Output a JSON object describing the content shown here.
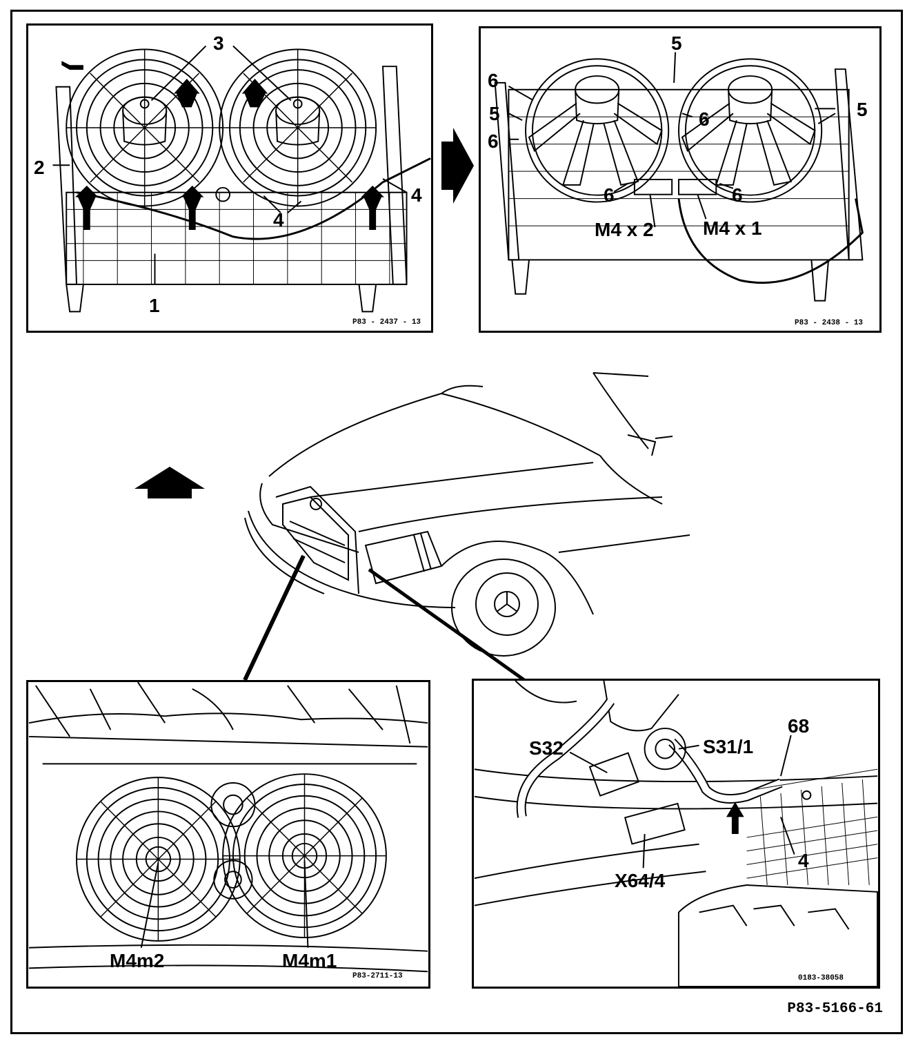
{
  "panel_tl": {
    "labels": [
      "1",
      "2",
      "3",
      "4",
      "4"
    ],
    "ref": "P83 - 2437 - 13"
  },
  "panel_tr": {
    "labels": [
      "5",
      "5",
      "5",
      "6",
      "6",
      "6",
      "6",
      "6",
      "6",
      "M4 x 2",
      "M4 x 1"
    ],
    "ref": "P83 - 2438 - 13"
  },
  "panel_bl": {
    "labels": [
      "M4m2",
      "M4m1"
    ],
    "ref": "P83-2711-13"
  },
  "panel_br": {
    "labels": [
      "S32",
      "S31/1",
      "68",
      "X64/4",
      "4"
    ],
    "ref": "0183-38058"
  },
  "figure_ref": "P83-5166-61",
  "icons": [
    "direction-arrow-icon",
    "forward-arrow-icon",
    "up-arrow-icon"
  ]
}
